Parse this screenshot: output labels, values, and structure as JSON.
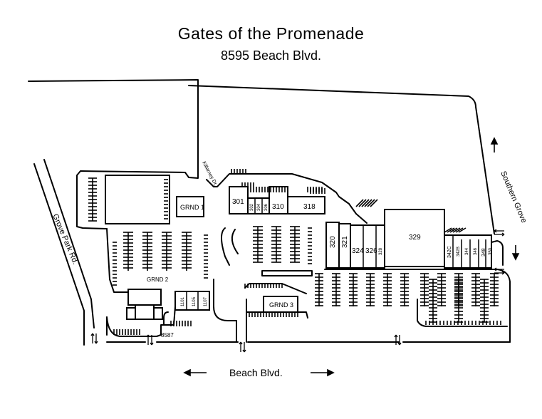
{
  "header": {
    "title": "Gates of the Promenade",
    "address": "8595 Beach Blvd."
  },
  "roads": {
    "beach": "Beach Blvd.",
    "grove_park": "Grove Park Rd.",
    "southern_grove": "Southern Grove",
    "killarney": "Killarney Dr."
  },
  "buildings": {
    "grnd1": "GRND 1",
    "grnd2": "GRND 2",
    "grnd3": "GRND 3",
    "b8587": "8587",
    "u1101": "1101",
    "u1105": "1105",
    "u1107": "1107",
    "u301": "301",
    "u302": "302",
    "u304": "304",
    "u306": "306",
    "u310": "310",
    "u318": "318",
    "u320": "320",
    "u321": "321",
    "u324": "324",
    "u326": "326",
    "u328": "328",
    "u329": "329",
    "u342c": "342C",
    "u342b": "342B",
    "u344": "344",
    "u346": "346",
    "u348": "348",
    "u350": "350"
  }
}
